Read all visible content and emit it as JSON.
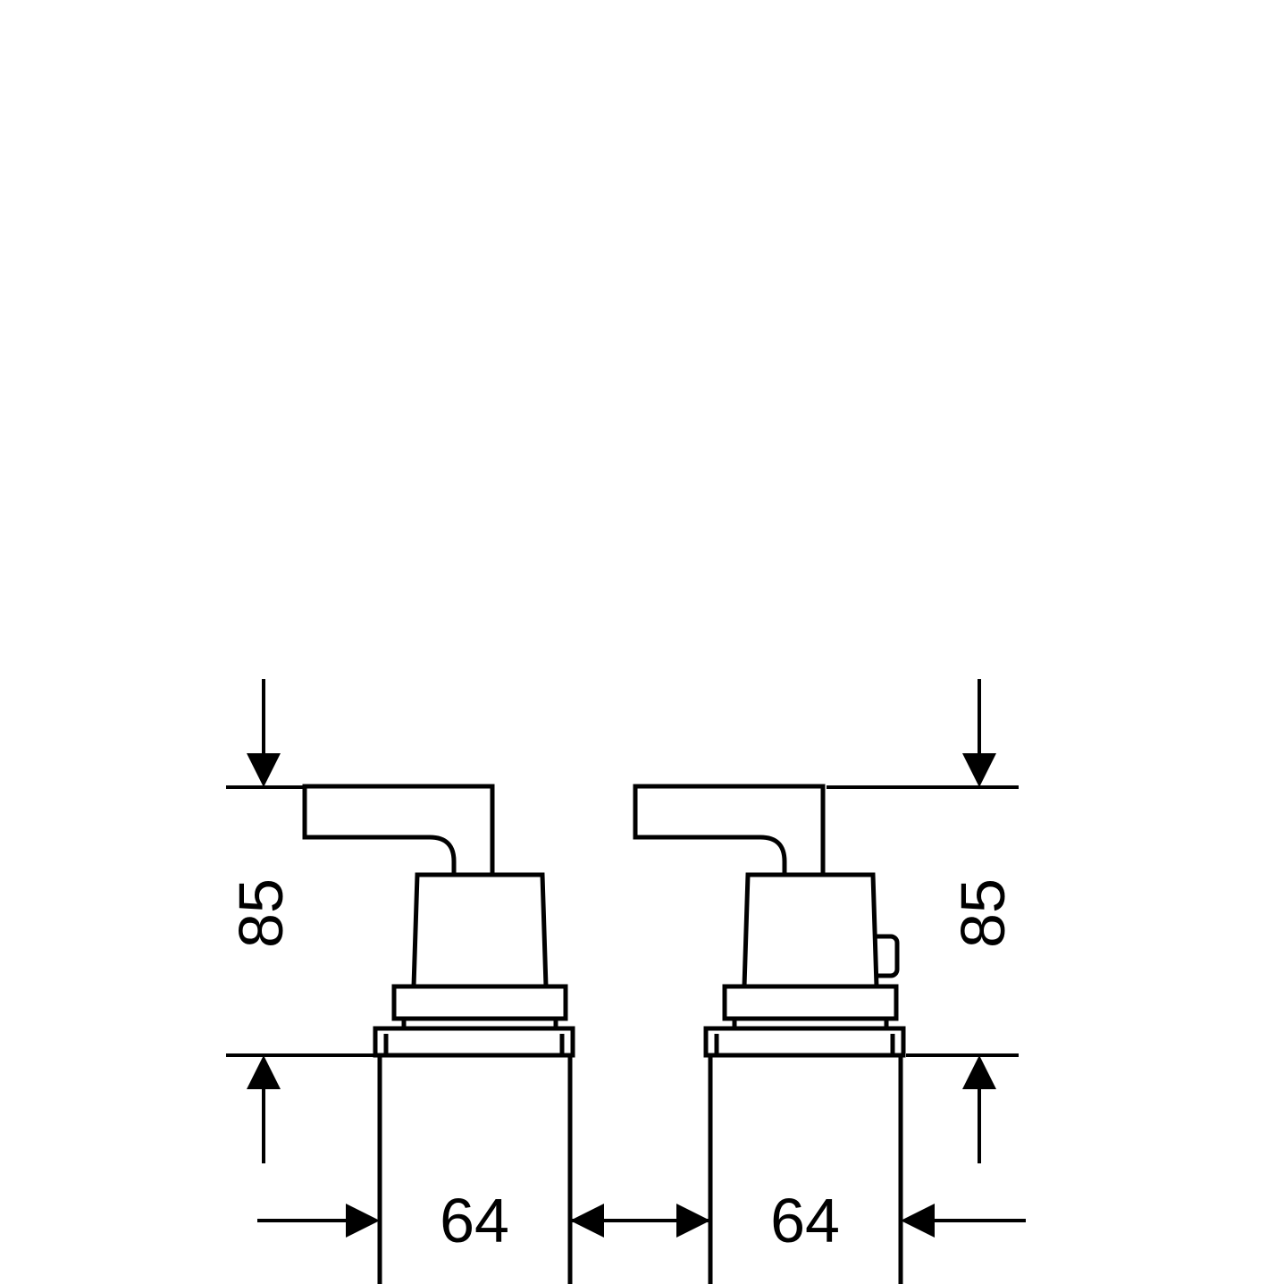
{
  "page": {
    "background_color": "#ffffff",
    "line_color": "#000000"
  },
  "drawing": {
    "type": "technical-dimension-diagram",
    "dimensions": {
      "height_left": {
        "label": "85"
      },
      "height_right": {
        "label": "85"
      },
      "width_left": {
        "label": "64"
      },
      "width_right": {
        "label": "64"
      }
    }
  }
}
